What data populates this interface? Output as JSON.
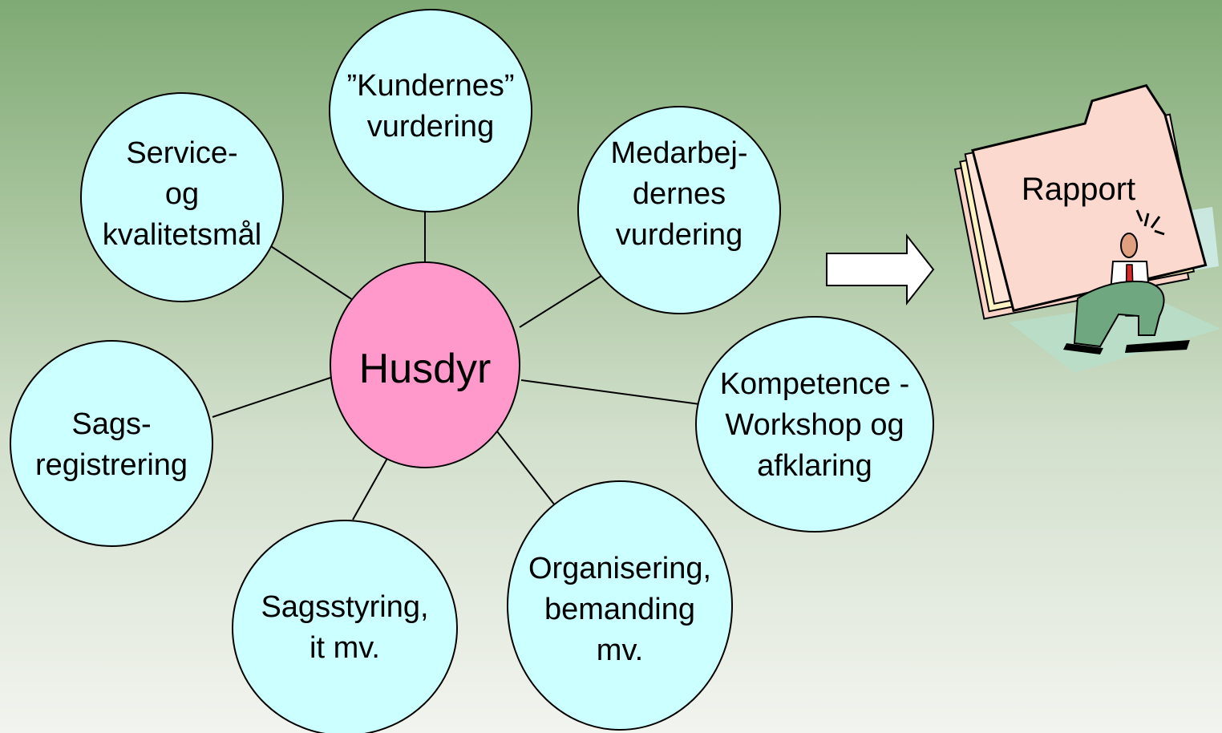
{
  "center": {
    "label": "Husdyr"
  },
  "nodes": [
    {
      "id": "kundernes",
      "label": "”Kundernes”\nvurdering"
    },
    {
      "id": "service",
      "label": "Service-\nog\nkvalitetsmål"
    },
    {
      "id": "medarbejdernes",
      "label": "Medarbej-\ndernes\nvurdering"
    },
    {
      "id": "kompetence",
      "label": "Kompetence -\nWorkshop og\nafklaring"
    },
    {
      "id": "sagsregistrering",
      "label": "Sags-\nregistrering"
    },
    {
      "id": "sagsstyring",
      "label": "Sagsstyring,\nit mv."
    },
    {
      "id": "organisering",
      "label": "Organisering,\nbemanding\nmv."
    }
  ],
  "output": {
    "label": "Rapport",
    "icon": "report-folder-clipart"
  },
  "colors": {
    "node_fill": "#ccffff",
    "center_fill": "#ff99cc",
    "stroke": "#000000",
    "arrow_fill": "#ffffff"
  }
}
